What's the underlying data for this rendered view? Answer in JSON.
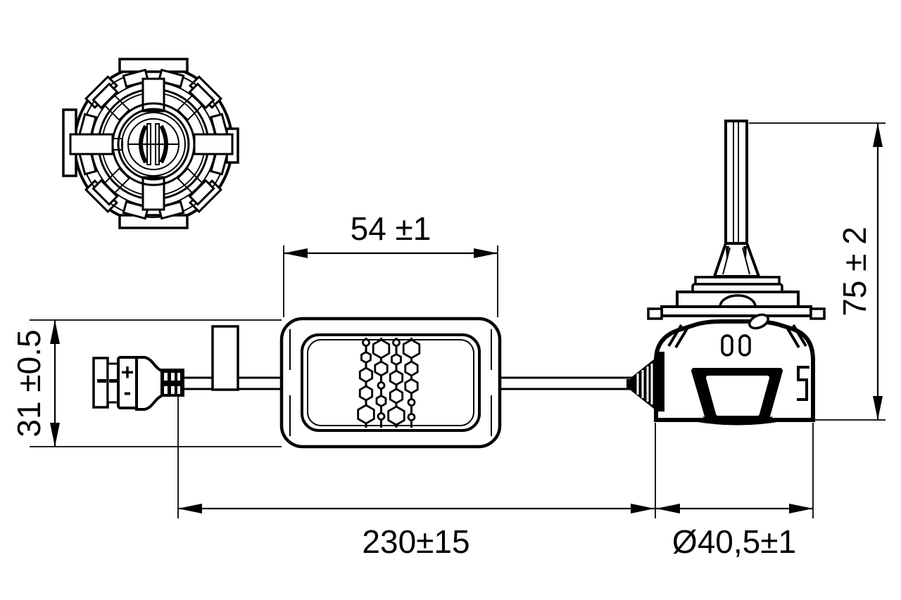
{
  "drawing": {
    "type": "technical-dimension-drawing",
    "subject": "LED retrofit headlight lamp with cable and driver box",
    "colors": {
      "line": "#000000",
      "background": "#ffffff"
    },
    "dimensions": {
      "driver_width": "54 ±1",
      "driver_height": "31 ±0.5",
      "cable_length": "230±15",
      "base_diameter": "Ø40,5±1",
      "bulb_height": "75 ± 2"
    },
    "connector": {
      "plus_label": "+",
      "minus_label": "-"
    }
  }
}
